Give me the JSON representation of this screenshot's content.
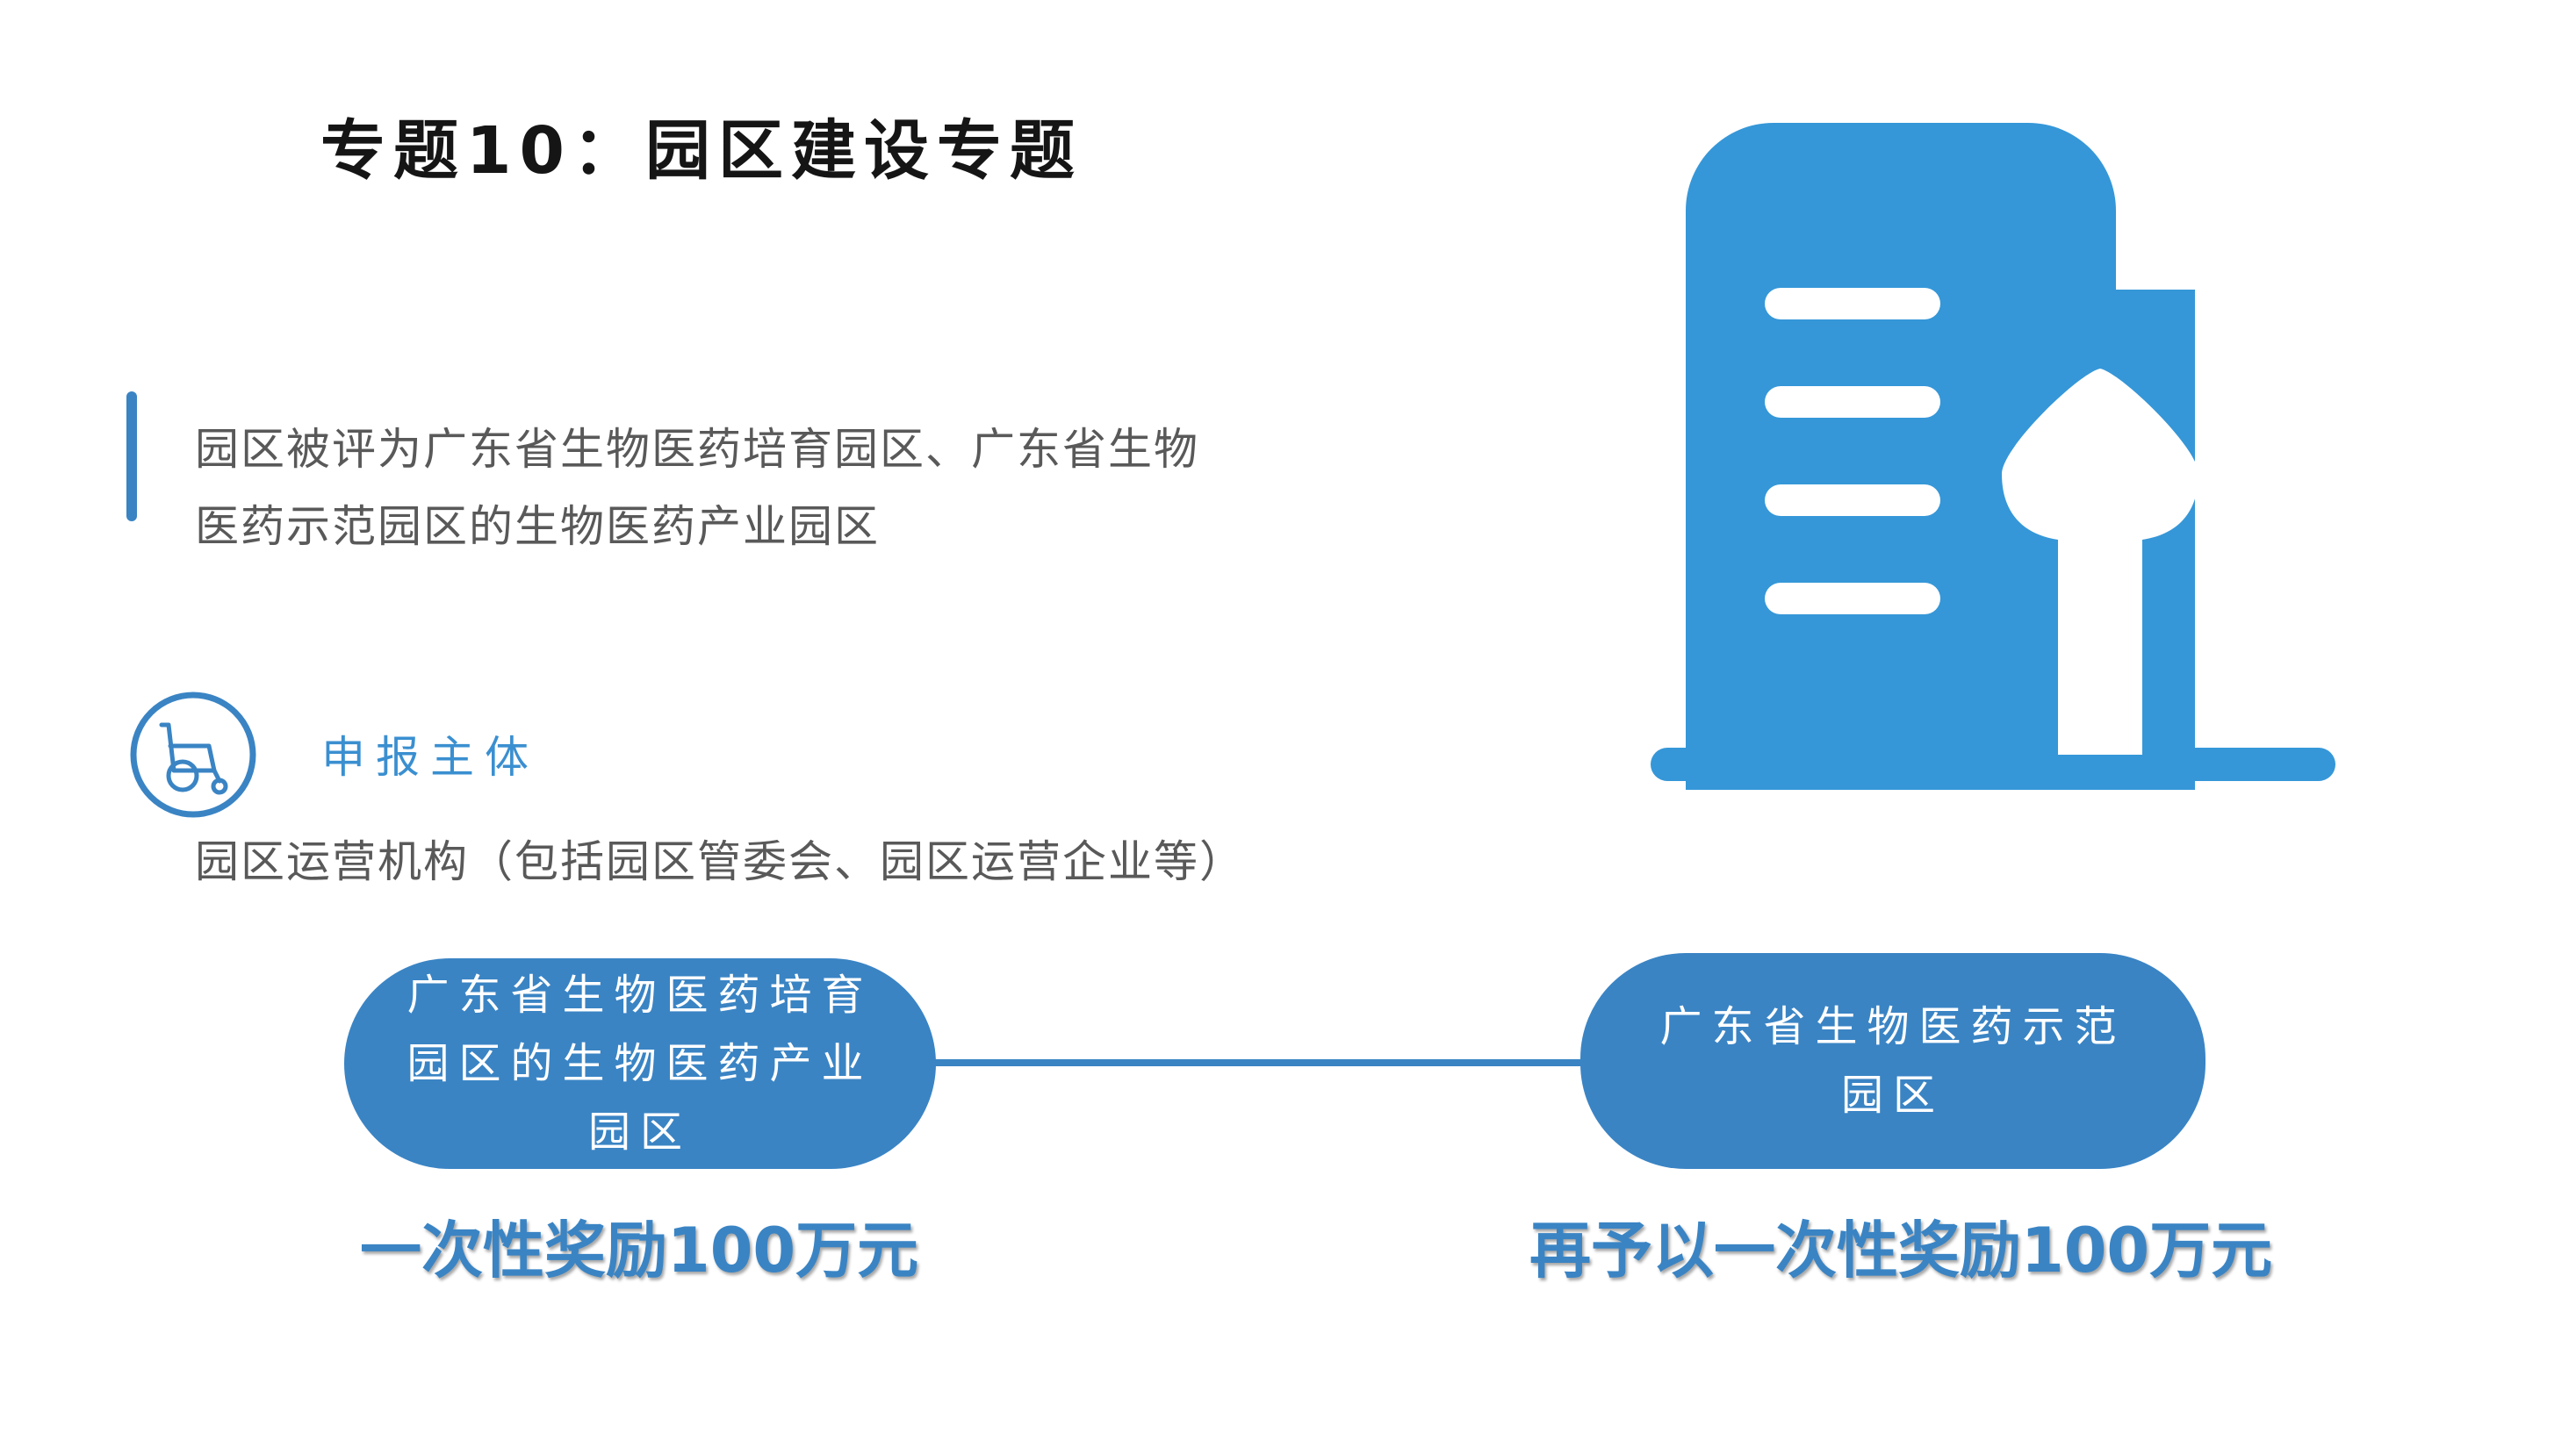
{
  "title": "专题10：园区建设专题",
  "intro": {
    "line1": "园区被评为广东省生物医药培育园区、广东省生物",
    "line2": "医药示范园区的生物医药产业园区"
  },
  "subject": {
    "icon": "wheelchair-icon",
    "label": "申报主体",
    "text": "园区运营机构（包括园区管委会、园区运营企业等）"
  },
  "left_card": {
    "line1": "广东省生物医药培育",
    "line2": "园区的生物医药产业",
    "line3": "园区",
    "reward": "一次性奖励100万元"
  },
  "right_card": {
    "line1": "广东省生物医药示范",
    "line2": "园区",
    "reward": "再予以一次性奖励100万元"
  },
  "illustration": {
    "icon": "building-upload-icon"
  },
  "colors": {
    "accent": "#3a84c4",
    "building": "#3597d8",
    "body_text": "#595959",
    "title_text": "#151515"
  }
}
